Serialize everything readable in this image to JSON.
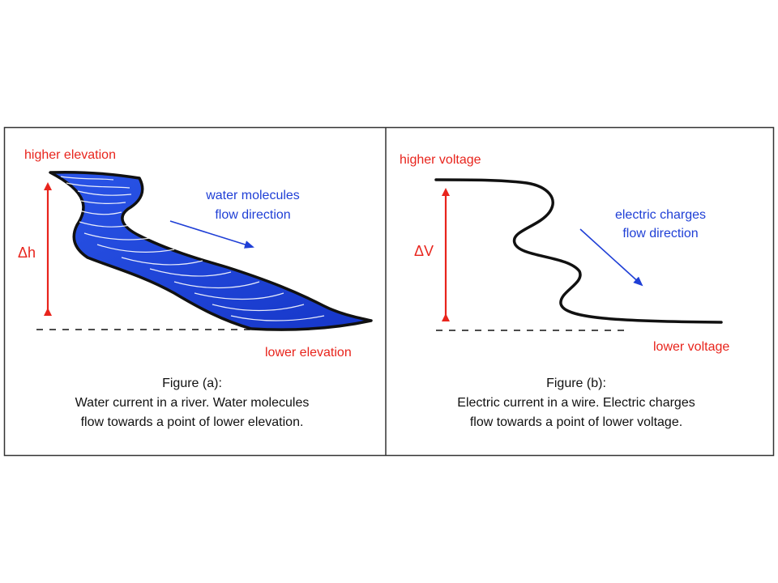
{
  "colors": {
    "label_red": "#e8241c",
    "label_blue": "#1f3fd6",
    "water_fill": "#1f49e0",
    "outline": "#111111",
    "frame": "#333333"
  },
  "panel_a": {
    "top_label": "higher elevation",
    "bottom_label": "lower elevation",
    "delta_label": "Δh",
    "flow_label_line1": "water molecules",
    "flow_label_line2": "flow direction",
    "caption_line1": "Figure (a):",
    "caption_line2": "Water current in a river. Water molecules",
    "caption_line3": "flow towards a point of lower elevation."
  },
  "panel_b": {
    "top_label": "higher voltage",
    "bottom_label": "lower voltage",
    "delta_label": "ΔV",
    "flow_label_line1": "electric charges",
    "flow_label_line2": "flow direction",
    "caption_line1": "Figure (b):",
    "caption_line2": "Electric current in a wire. Electric charges",
    "caption_line3": "flow towards a point of lower voltage."
  }
}
